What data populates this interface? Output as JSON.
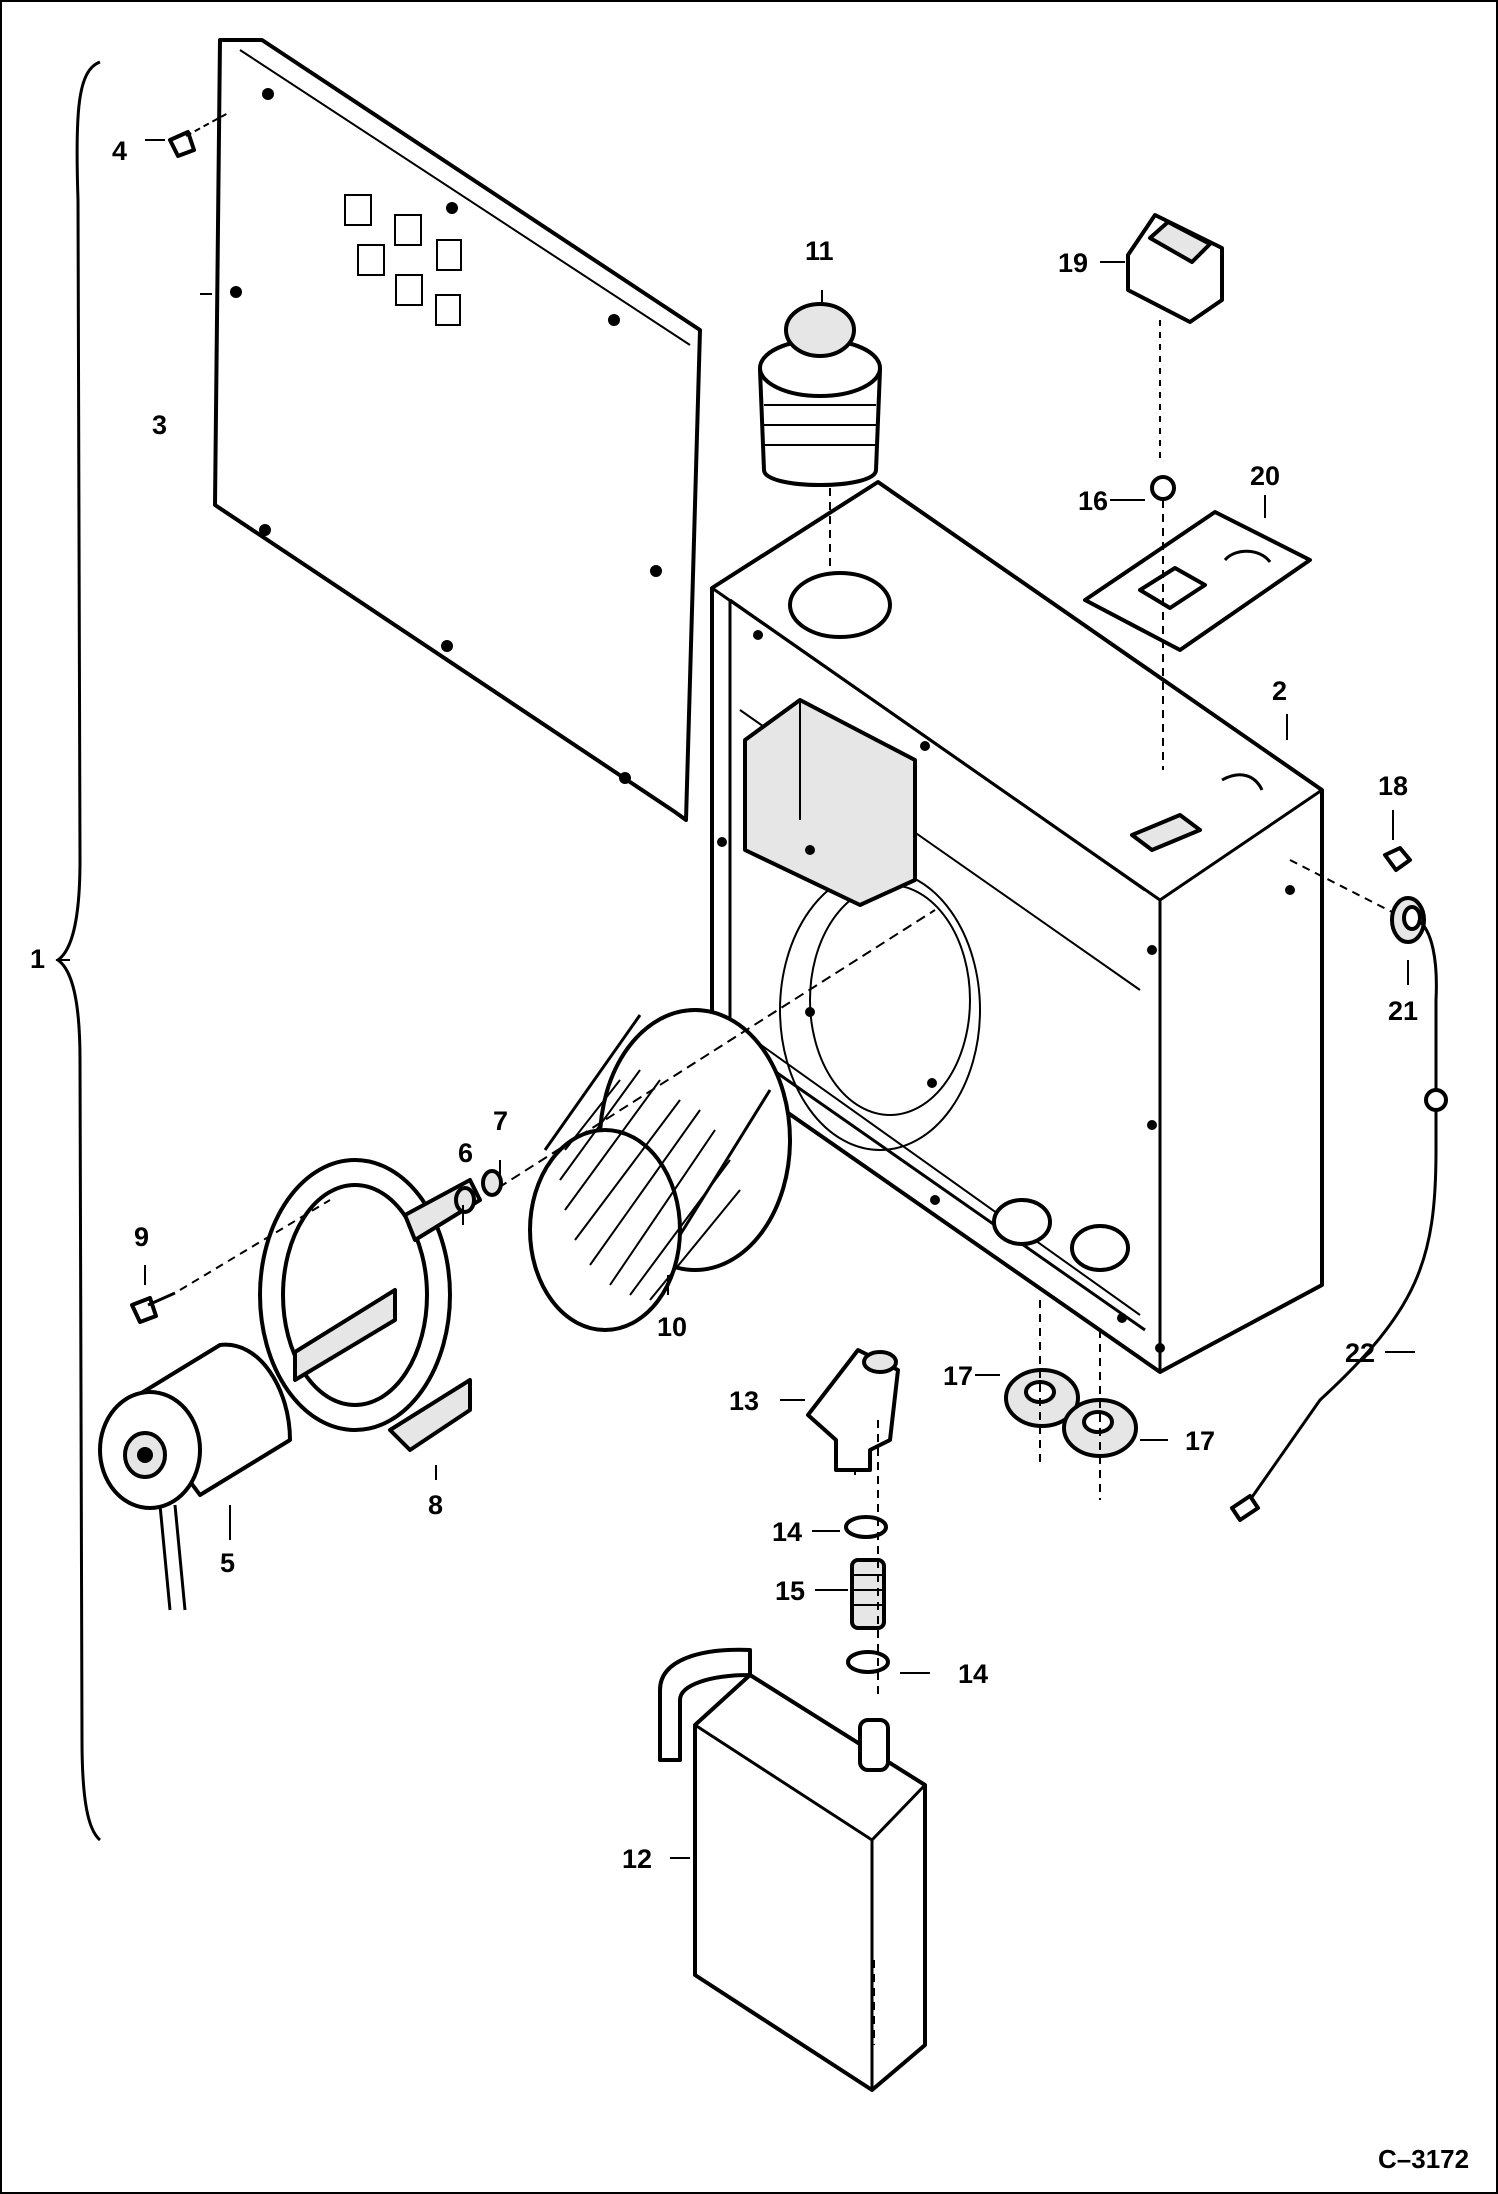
{
  "diagram": {
    "reference_code": "C–3172",
    "callouts": [
      {
        "id": "1",
        "label": "1"
      },
      {
        "id": "2",
        "label": "2"
      },
      {
        "id": "3",
        "label": "3"
      },
      {
        "id": "4",
        "label": "4"
      },
      {
        "id": "5",
        "label": "5"
      },
      {
        "id": "6",
        "label": "6"
      },
      {
        "id": "7",
        "label": "7"
      },
      {
        "id": "8",
        "label": "8"
      },
      {
        "id": "9",
        "label": "9"
      },
      {
        "id": "10",
        "label": "10"
      },
      {
        "id": "11",
        "label": "11"
      },
      {
        "id": "12",
        "label": "12"
      },
      {
        "id": "13",
        "label": "13"
      },
      {
        "id": "14a",
        "label": "14"
      },
      {
        "id": "14b",
        "label": "14"
      },
      {
        "id": "15",
        "label": "15"
      },
      {
        "id": "16",
        "label": "16"
      },
      {
        "id": "17a",
        "label": "17"
      },
      {
        "id": "17b",
        "label": "17"
      },
      {
        "id": "18",
        "label": "18"
      },
      {
        "id": "19",
        "label": "19"
      },
      {
        "id": "20",
        "label": "20"
      },
      {
        "id": "21",
        "label": "21"
      },
      {
        "id": "22",
        "label": "22"
      }
    ],
    "colors": {
      "line": "#000000",
      "background": "#ffffff",
      "shade": "#e6e6e6"
    }
  }
}
